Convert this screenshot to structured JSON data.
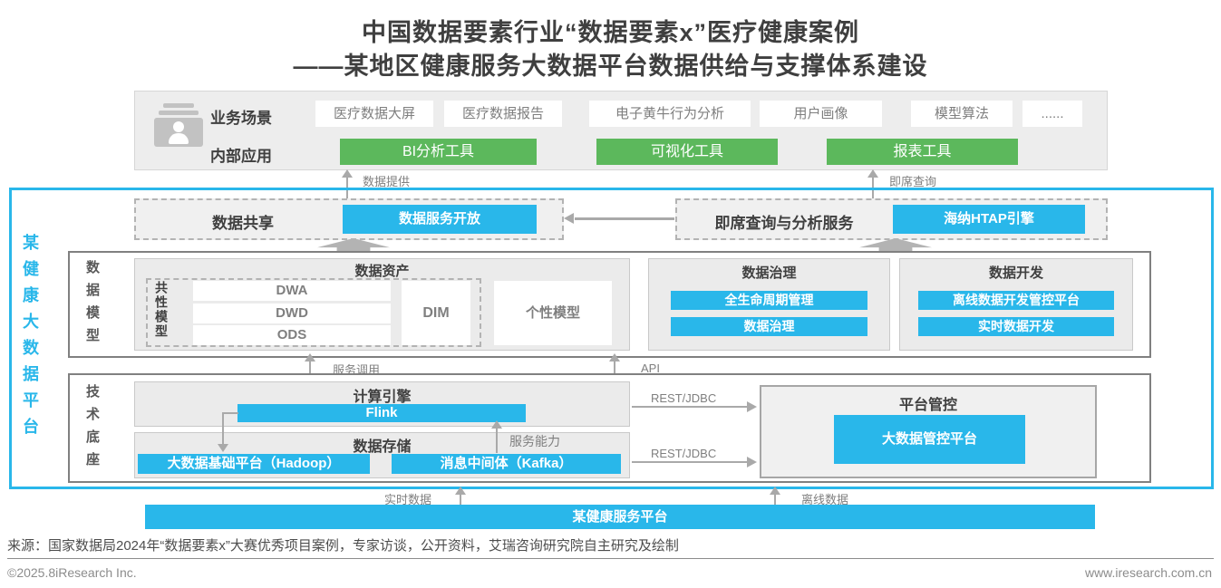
{
  "colors": {
    "accent_cyan": "#29b7ea",
    "accent_green": "#5cb85c",
    "box_gray": "#ededed",
    "arrow_gray": "#a9a9a9"
  },
  "title": {
    "line1": "中国数据要素行业“数据要素x”医疗健康案例",
    "line2": "——某地区健康服务大数据平台数据供给与支撑体系建设"
  },
  "scenario": {
    "icon": "contact-card-icon",
    "label_business": "业务场景",
    "label_internal": "内部应用",
    "items": [
      "医疗数据大屏",
      "医疗数据报告",
      "电子黄牛行为分析",
      "用户画像",
      "模型算法",
      "......"
    ],
    "tools": [
      "BI分析工具",
      "可视化工具",
      "报表工具"
    ]
  },
  "platform": {
    "label": "某健康大数据平台",
    "share": {
      "label": "数据共享",
      "button": "数据服务开放"
    },
    "adhoc": {
      "label": "即席查询与分析服务",
      "button": "海纳HTAP引擎"
    },
    "labels": {
      "provide": "数据提供",
      "query": "即席查询",
      "service_call": "服务调用",
      "api": "API",
      "rest_jdbc_1": "REST/JDBC",
      "rest_jdbc_2": "REST/JDBC",
      "capability": "服务能力",
      "realtime": "实时数据",
      "offline": "离线数据"
    },
    "model": {
      "label": "数据模型",
      "asset": {
        "title": "数据资产",
        "common": "共性模型",
        "layers": [
          "DWA",
          "DWD",
          "ODS"
        ],
        "dim": "DIM",
        "personal": "个性模型"
      },
      "governance": {
        "title": "数据治理",
        "items": [
          "全生命周期管理",
          "数据治理"
        ]
      },
      "development": {
        "title": "数据开发",
        "items": [
          "离线数据开发管控平台",
          "实时数据开发"
        ]
      }
    },
    "tech": {
      "label": "技术底座",
      "compute": {
        "title": "计算引擎",
        "item": "Flink"
      },
      "storage": {
        "title": "数据存储",
        "items": [
          "大数据基础平台（Hadoop）",
          "消息中间体（Kafka）"
        ]
      },
      "control": {
        "title": "平台管控",
        "button": "大数据管控平台"
      }
    }
  },
  "service_platform": {
    "bar": "某健康服务平台"
  },
  "footer": {
    "source": "来源：国家数据局2024年“数据要素x”大赛优秀项目案例，专家访谈，公开资料，艾瑞咨询研究院自主研究及绘制",
    "copyright": "©2025.8iResearch Inc.",
    "website": "www.iresearch.com.cn"
  }
}
